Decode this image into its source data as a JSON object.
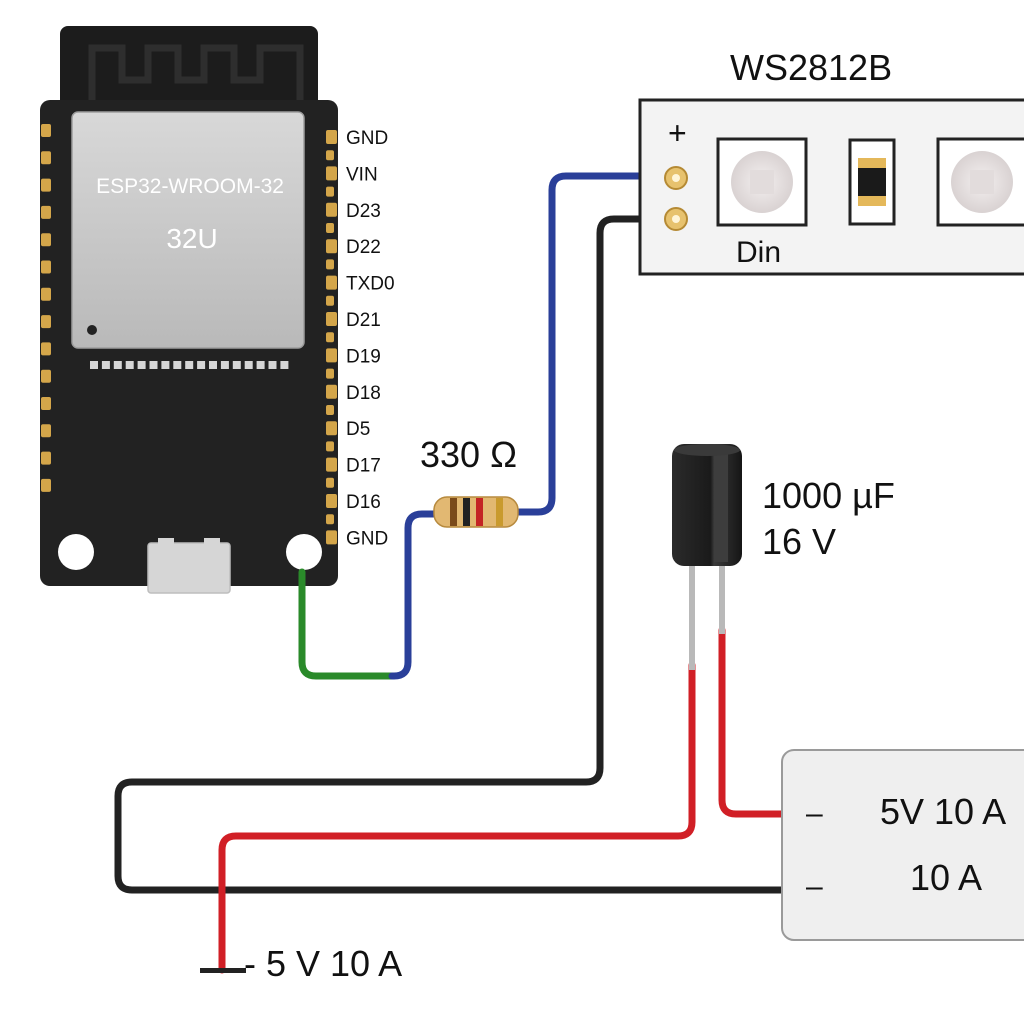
{
  "esp32": {
    "module_name": "ESP32-WROOM-32",
    "module_variant": "32U",
    "pins": [
      "GND",
      "VIN",
      "D23",
      "D22",
      "TXD0",
      "D21",
      "D19",
      "D18",
      "D5",
      "D17",
      "D16",
      "GND"
    ]
  },
  "resistor": {
    "label": "330 Ω"
  },
  "led_strip": {
    "title": "WS2812B",
    "plus_label": "+",
    "din_label": "Din"
  },
  "capacitor": {
    "capacitance": "1000 µF",
    "voltage": "16 V"
  },
  "power_supply": {
    "line1": "5V 10 A",
    "line2": "10 A",
    "terminal1": "–",
    "terminal2": "–"
  },
  "ground_ref": {
    "label": "- 5 V 10 A"
  },
  "colors": {
    "board": "#222222",
    "shield": "#c9c9c9",
    "pin_gold": "#d4a64a",
    "wire_blue": "#2a3f99",
    "wire_black": "#222222",
    "wire_red": "#d11f26",
    "wire_green": "#2a8a2a",
    "strip": "#f3f3f3",
    "psu": "#efefef"
  }
}
